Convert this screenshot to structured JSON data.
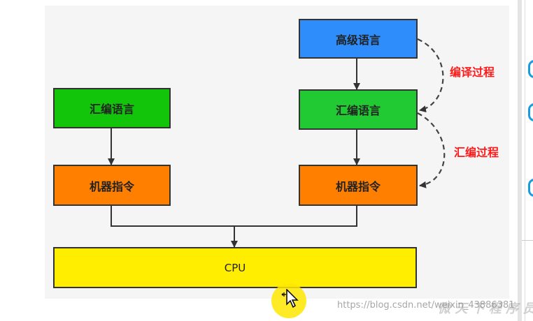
{
  "diagram": {
    "left_branch": {
      "source": "汇编语言",
      "target": "机器指令"
    },
    "right_branch": {
      "top": "高级语言",
      "middle": "汇编语言",
      "bottom": "机器指令"
    },
    "sink": "CPU",
    "processes": {
      "compile": "编译过程",
      "assemble": "汇编过程"
    }
  },
  "colors": {
    "high_level": "#2e8dfb",
    "assembly": "#21c932",
    "assembly_left": "#12c50b",
    "machine": "#ff8000",
    "cpu": "#ffee00",
    "process_label": "#ff1a1a",
    "border": "#333333"
  },
  "watermark": {
    "text": "https://blog.csdn.net/weixin_43886381",
    "stamp": "微 天 下 程 序 员"
  },
  "icons": {
    "cursor": "move-cursor-icon"
  }
}
